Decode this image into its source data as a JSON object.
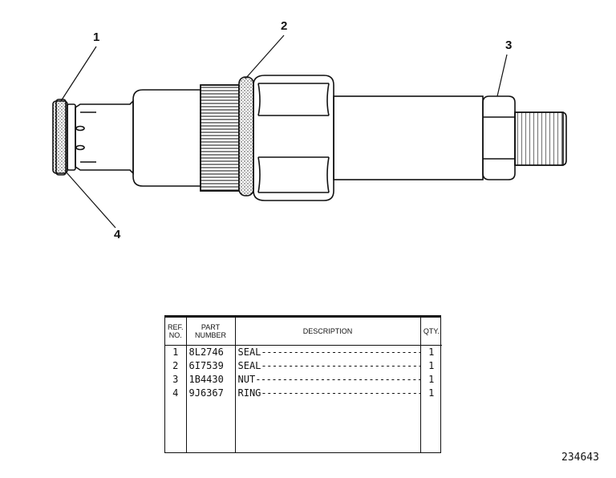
{
  "callouts": [
    "1",
    "2",
    "3",
    "4"
  ],
  "table": {
    "headers": {
      "ref": "REF. NO.",
      "part": "PART NUMBER",
      "desc": "DESCRIPTION",
      "qty": "QTY."
    },
    "rows": [
      {
        "ref": "1",
        "part": "8L2746",
        "desc": "SEAL",
        "qty": "1"
      },
      {
        "ref": "2",
        "part": "6I7539",
        "desc": "SEAL",
        "qty": "1"
      },
      {
        "ref": "3",
        "part": "1B4430",
        "desc": "NUT",
        "qty": "1"
      },
      {
        "ref": "4",
        "part": "9J6367",
        "desc": "RING",
        "qty": "1"
      }
    ]
  },
  "drawing_number": "234643"
}
